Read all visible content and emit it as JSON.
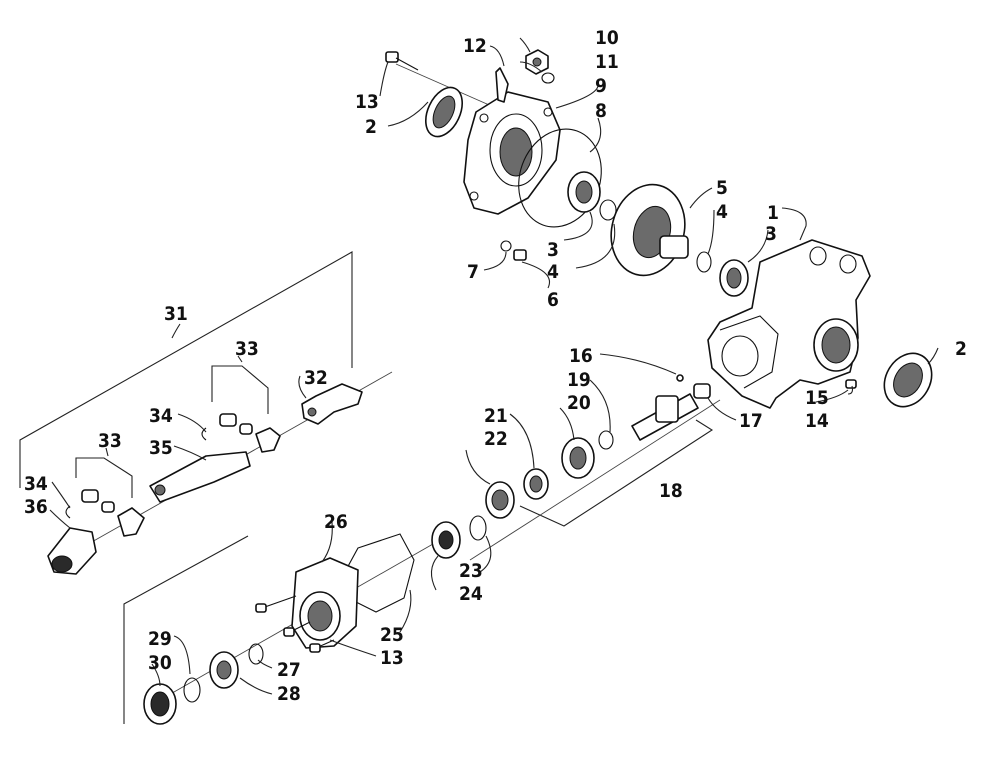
{
  "labels": [
    {
      "id": "l1",
      "text": "1"
    },
    {
      "id": "l2a",
      "text": "2"
    },
    {
      "id": "l2b",
      "text": "2"
    },
    {
      "id": "l3a",
      "text": "3"
    },
    {
      "id": "l3b",
      "text": "3"
    },
    {
      "id": "l4a",
      "text": "4"
    },
    {
      "id": "l4b",
      "text": "4"
    },
    {
      "id": "l5",
      "text": "5"
    },
    {
      "id": "l6",
      "text": "6"
    },
    {
      "id": "l7",
      "text": "7"
    },
    {
      "id": "l8",
      "text": "8"
    },
    {
      "id": "l9",
      "text": "9"
    },
    {
      "id": "l10",
      "text": "10"
    },
    {
      "id": "l11",
      "text": "11"
    },
    {
      "id": "l12",
      "text": "12"
    },
    {
      "id": "l13a",
      "text": "13"
    },
    {
      "id": "l13b",
      "text": "13"
    },
    {
      "id": "l14",
      "text": "14"
    },
    {
      "id": "l15",
      "text": "15"
    },
    {
      "id": "l16",
      "text": "16"
    },
    {
      "id": "l17",
      "text": "17"
    },
    {
      "id": "l18",
      "text": "18"
    },
    {
      "id": "l19",
      "text": "19"
    },
    {
      "id": "l20",
      "text": "20"
    },
    {
      "id": "l21",
      "text": "21"
    },
    {
      "id": "l22",
      "text": "22"
    },
    {
      "id": "l23",
      "text": "23"
    },
    {
      "id": "l24",
      "text": "24"
    },
    {
      "id": "l25",
      "text": "25"
    },
    {
      "id": "l26",
      "text": "26"
    },
    {
      "id": "l27",
      "text": "27"
    },
    {
      "id": "l28",
      "text": "28"
    },
    {
      "id": "l29",
      "text": "29"
    },
    {
      "id": "l30",
      "text": "30"
    },
    {
      "id": "l31",
      "text": "31"
    },
    {
      "id": "l32",
      "text": "32"
    },
    {
      "id": "l33a",
      "text": "33"
    },
    {
      "id": "l33b",
      "text": "33"
    },
    {
      "id": "l34a",
      "text": "34"
    },
    {
      "id": "l34b",
      "text": "34"
    },
    {
      "id": "l35",
      "text": "35"
    },
    {
      "id": "l36",
      "text": "36"
    }
  ]
}
